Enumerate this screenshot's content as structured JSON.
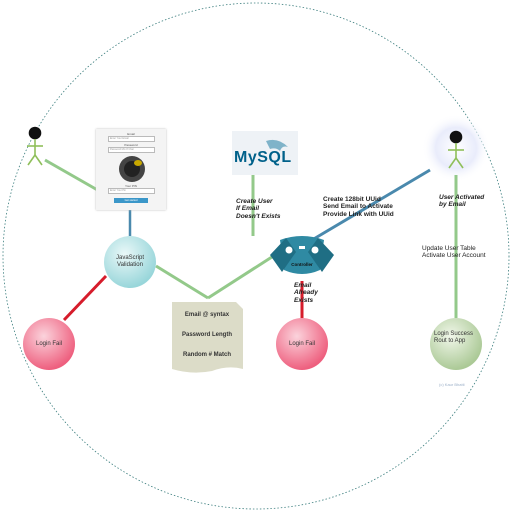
{
  "colors": {
    "connector_green": "#93c98a",
    "connector_blue": "#4a89ad",
    "connector_red": "#d61c2b",
    "fail_node": "#ef6a86",
    "validation_node": "#a9dde0",
    "success_node": "#b9d2a6",
    "controller": "#2f8aa3",
    "note_paper": "#dcdcc8",
    "mysql_blue": "#00618a",
    "mysql_orange": "#e48e00"
  },
  "form": {
    "email_label": "Email",
    "email_placeholder": "Enter Your Email",
    "password_label": "Password",
    "password_placeholder": "Password Min 8 Char",
    "your_pin_label": "Your PIN",
    "pin_placeholder": "Enter Your Pin",
    "submit_label": "Get started"
  },
  "mysql_logo_text": "MySQL",
  "nodes": {
    "js_validation": "JavaScript Validation",
    "login_fail_left": "Login Fail",
    "login_fail_center": "Login Fail",
    "controller": "Controller",
    "login_success": "Login Success Rout to App"
  },
  "rules": [
    "Email @ syntax",
    "Password Length",
    "Random # Match"
  ],
  "annotations": {
    "create_user": [
      "Create User",
      "If Email",
      "Doesn't Exists"
    ],
    "email_exists": [
      "Email",
      "Already",
      "Exists"
    ],
    "create_uuid": [
      "Create 128bit UUid",
      "Send Email to Activate",
      "Provide Link with UUid"
    ],
    "user_activated": [
      "User Activated",
      "by Email"
    ],
    "update_user": [
      "Update User Table",
      "Activate User Account"
    ]
  },
  "credit": "(c) Kaur Bhatti"
}
